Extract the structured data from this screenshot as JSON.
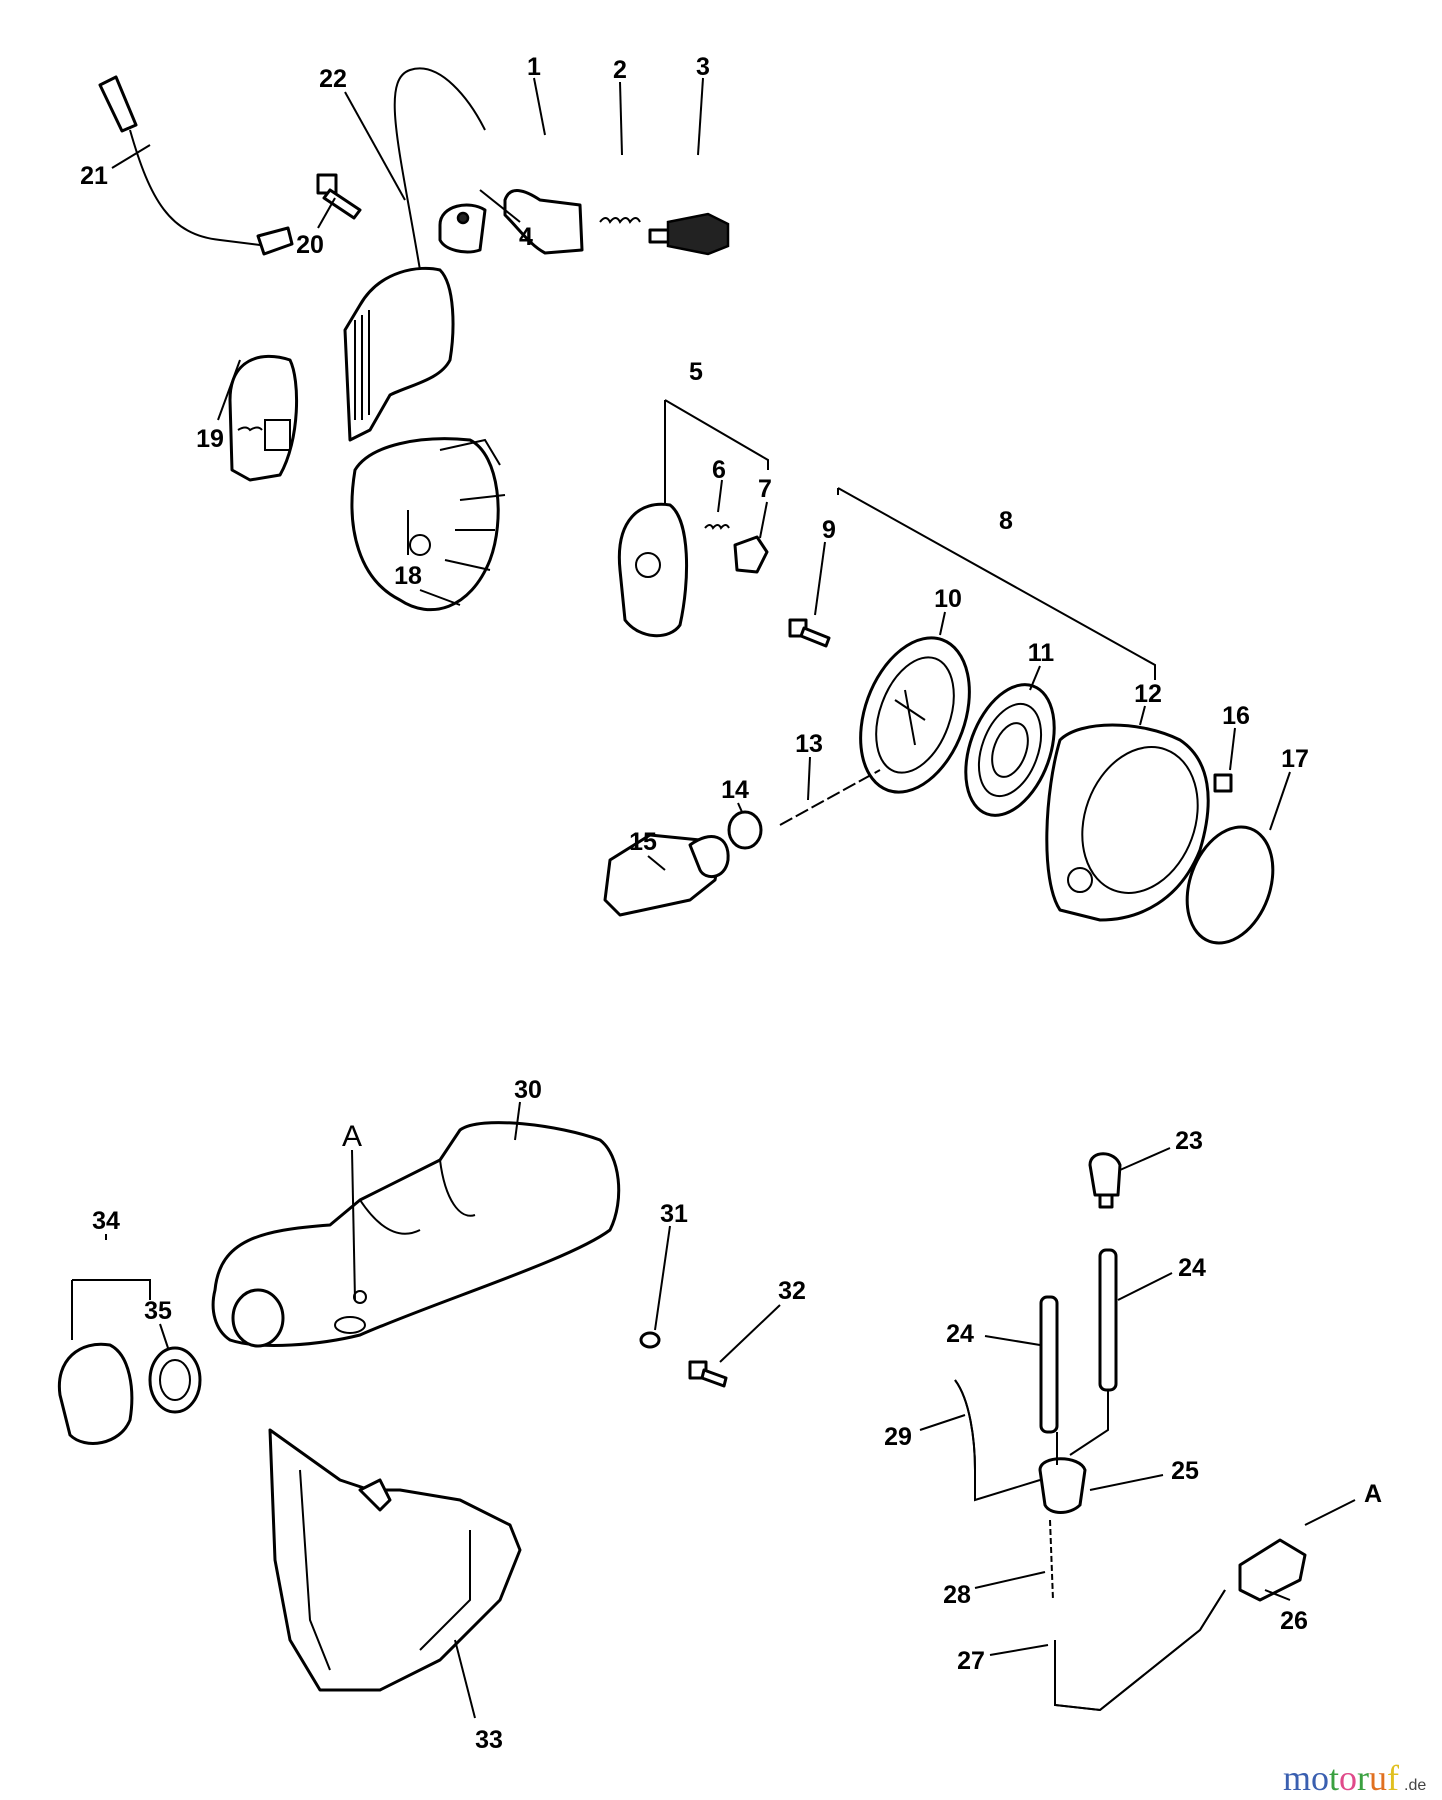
{
  "diagram": {
    "labels": {
      "p1": "1",
      "p2": "2",
      "p3": "3",
      "p4": "4",
      "p5": "5",
      "p6": "6",
      "p7": "7",
      "p8": "8",
      "p9": "9",
      "p10": "10",
      "p11": "11",
      "p12": "12",
      "p13": "13",
      "p14": "14",
      "p15": "15",
      "p16": "16",
      "p17": "17",
      "p18": "18",
      "p19": "19",
      "p20": "20",
      "p21": "21",
      "p22": "22",
      "p23": "23",
      "p24a": "24",
      "p24b": "24",
      "p25": "25",
      "p26": "26",
      "p27": "27",
      "p28": "28",
      "p29": "29",
      "p30": "30",
      "p31": "31",
      "p32": "32",
      "p33": "33",
      "p34": "34",
      "p35": "35",
      "refA1": "A",
      "refA2": "A"
    }
  },
  "watermark": {
    "letters": [
      "m",
      "o",
      "t",
      "o",
      "r",
      "u",
      "f"
    ],
    "colors": [
      "#3a5fb0",
      "#3a5fb0",
      "#3aa040",
      "#e04a8a",
      "#3aa040",
      "#e07020",
      "#e0c020"
    ],
    "suffix": ".de"
  }
}
